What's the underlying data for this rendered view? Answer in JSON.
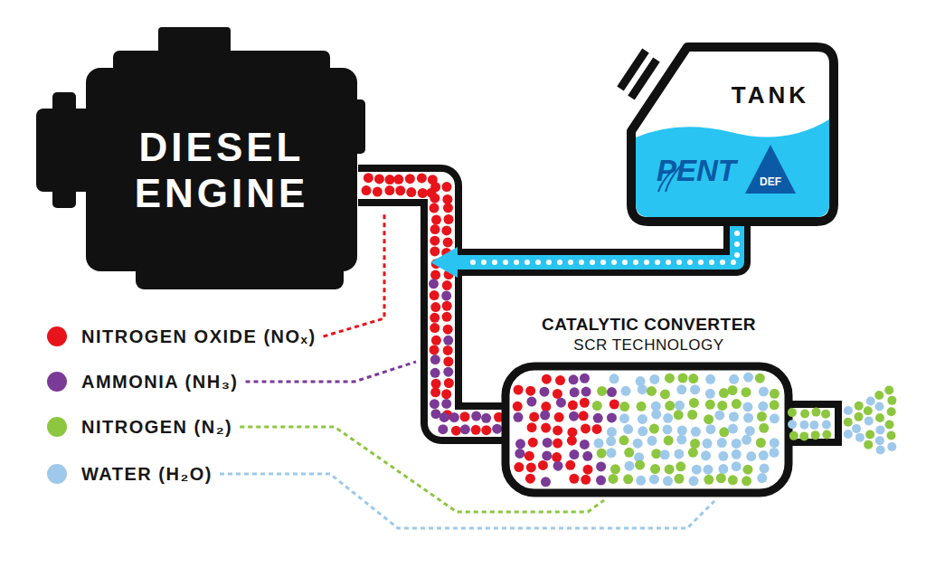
{
  "diagram": {
    "nodes": [
      {
        "text": [
          "DIESEL ENGINE"
        ]
      },
      {
        "text": [
          "TANK",
          "PENT",
          "DEF"
        ]
      },
      {
        "text": [
          "CATALYTIC CONVERTER",
          "SCR TECHNOLOGY"
        ]
      }
    ],
    "edges": [
      {
        "from": 0,
        "to": 2,
        "arrow": "none"
      },
      {
        "from": 1,
        "to": 2,
        "arrow": "to"
      }
    ],
    "legend": [
      {
        "text": "NITROGEN OXIDE (NOₓ)",
        "color": "#e8141b"
      },
      {
        "text": "AMMONIA (NH₃)",
        "color": "#7b3a96"
      },
      {
        "text": "NITROGEN (N₂)",
        "color": "#8dc63f"
      },
      {
        "text": "WATER (H₂O)",
        "color": "#9ec9ea"
      }
    ]
  }
}
